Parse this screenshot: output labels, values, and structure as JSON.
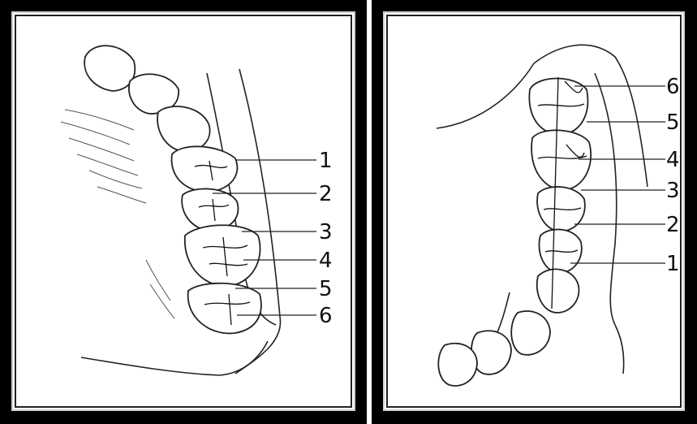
{
  "left_panel": {
    "labels": [
      "1",
      "2",
      "3",
      "4",
      "5",
      "6"
    ]
  },
  "right_panel": {
    "labels": [
      "6",
      "5",
      "4",
      "3",
      "2",
      "1"
    ]
  }
}
